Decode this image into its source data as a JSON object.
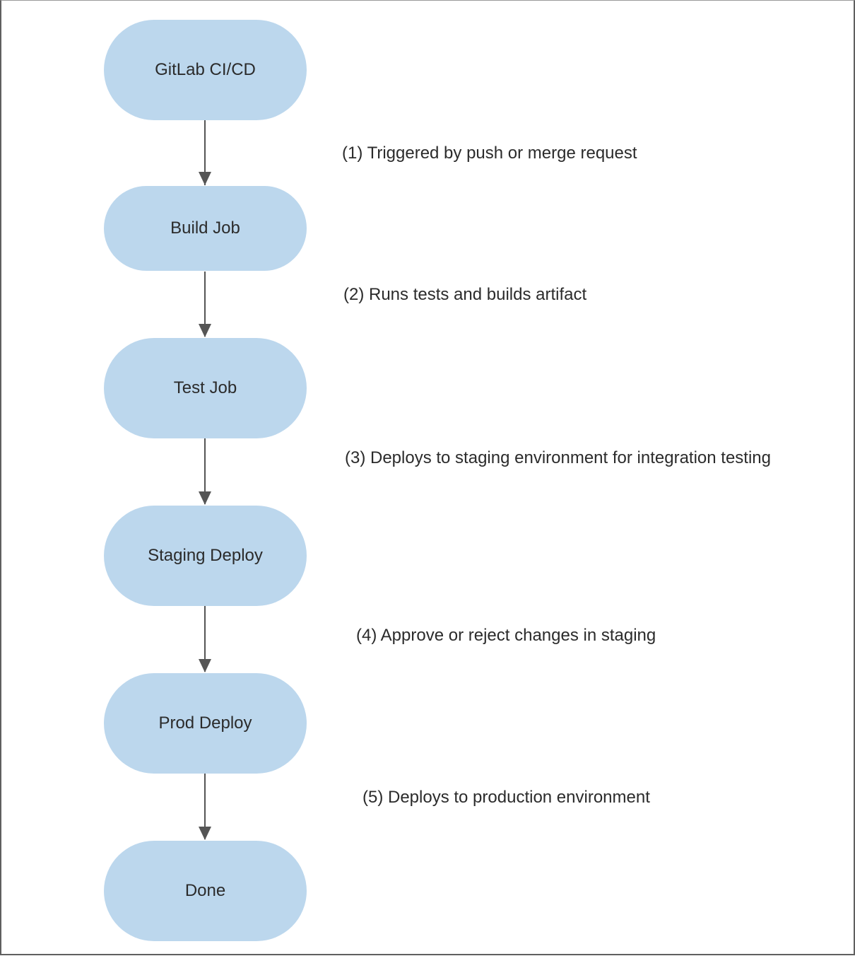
{
  "nodes": [
    {
      "id": "gitlab",
      "label": "GitLab CI/CD"
    },
    {
      "id": "build",
      "label": "Build Job"
    },
    {
      "id": "test",
      "label": "Test Job"
    },
    {
      "id": "staging",
      "label": "Staging Deploy"
    },
    {
      "id": "prod",
      "label": "Prod Deploy"
    },
    {
      "id": "done",
      "label": "Done"
    }
  ],
  "edges": [
    {
      "from": "gitlab",
      "to": "build",
      "label": "(1) Triggered by push or merge request"
    },
    {
      "from": "build",
      "to": "test",
      "label": "(2) Runs tests and builds artifact"
    },
    {
      "from": "test",
      "to": "staging",
      "label": "(3) Deploys to staging environment for integration testing"
    },
    {
      "from": "staging",
      "to": "prod",
      "label": "(4) Approve or reject changes in staging"
    },
    {
      "from": "prod",
      "to": "done",
      "label": "(5) Deploys to production environment"
    }
  ],
  "colors": {
    "node_fill": "#bcd7ed",
    "edge_stroke": "#555555",
    "text": "#2b2b2b"
  }
}
